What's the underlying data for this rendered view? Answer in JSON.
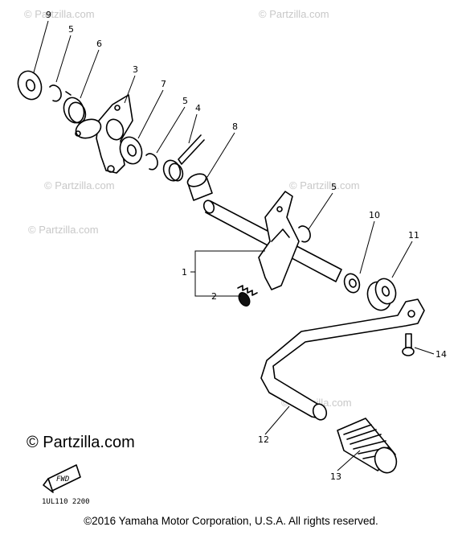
{
  "callouts": [
    {
      "id": "9",
      "text": "9"
    },
    {
      "id": "5a",
      "text": "5"
    },
    {
      "id": "6",
      "text": "6"
    },
    {
      "id": "3",
      "text": "3"
    },
    {
      "id": "7",
      "text": "7"
    },
    {
      "id": "5b",
      "text": "5"
    },
    {
      "id": "4",
      "text": "4"
    },
    {
      "id": "8",
      "text": "8"
    },
    {
      "id": "5c",
      "text": "5"
    },
    {
      "id": "10",
      "text": "10"
    },
    {
      "id": "11",
      "text": "11"
    },
    {
      "id": "1",
      "text": "1"
    },
    {
      "id": "2",
      "text": "2"
    },
    {
      "id": "14",
      "text": "14"
    },
    {
      "id": "12",
      "text": "12"
    },
    {
      "id": "13",
      "text": "13"
    }
  ],
  "watermarks": {
    "small": "© Partzilla.com",
    "large": "© Partzilla.com"
  },
  "front_arrow_label": "FWD",
  "diagram_code": "1UL110 2200",
  "copyright": "©2016 Yamaha Motor Corporation, U.S.A. All rights reserved."
}
